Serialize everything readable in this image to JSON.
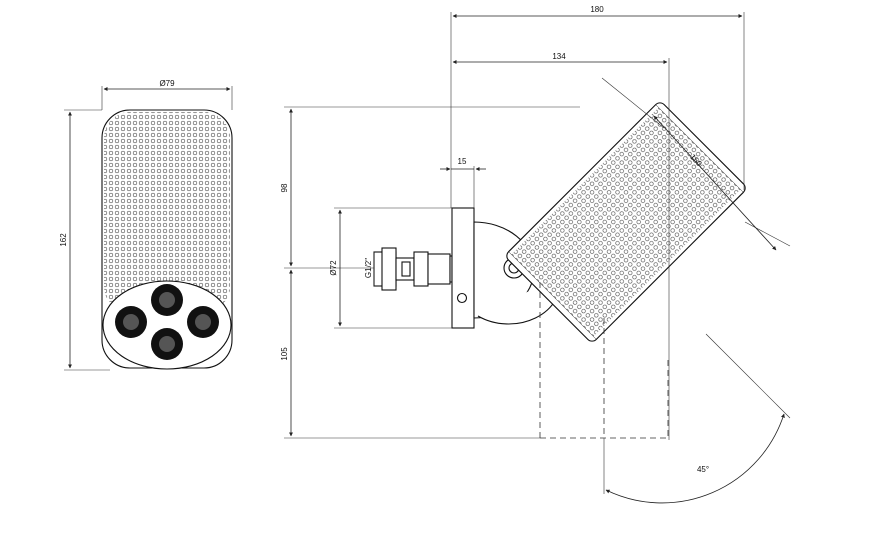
{
  "drawing": {
    "dims": {
      "width_front": "Ø79",
      "height_front": "162",
      "overall_depth": "180",
      "projection": "134",
      "flange": "15",
      "head_length": "150",
      "upper_height": "98",
      "lower_height": "105",
      "flange_dia": "Ø72",
      "thread": "G1/2\"",
      "angle": "45°"
    }
  }
}
